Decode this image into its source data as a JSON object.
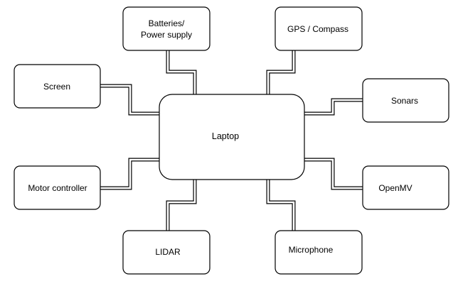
{
  "center": {
    "label": "Laptop"
  },
  "nodes": {
    "batteries": {
      "line1": "Batteries/",
      "line2": "Power supply"
    },
    "gps": {
      "label": "GPS / Compass"
    },
    "screen": {
      "label": "Screen"
    },
    "sonars": {
      "label": "Sonars"
    },
    "motor": {
      "label": "Motor controller"
    },
    "openmv": {
      "label": "OpenMV"
    },
    "lidar": {
      "label": "LIDAR"
    },
    "microphone": {
      "label": "Microphone"
    }
  }
}
